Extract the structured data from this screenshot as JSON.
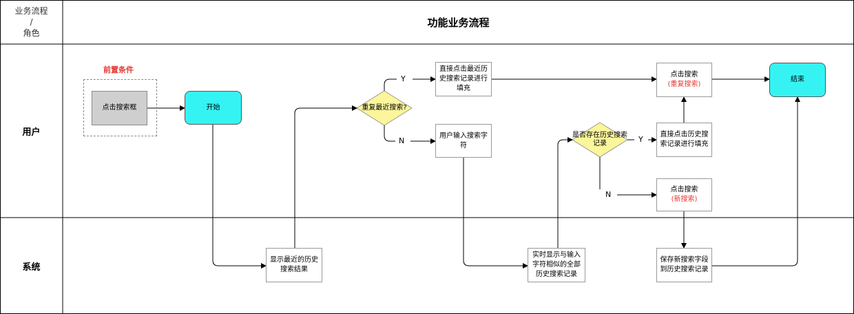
{
  "header": {
    "corner_line1": "业务流程",
    "corner_line2": "/",
    "corner_line3": "角色",
    "title": "功能业务流程"
  },
  "lanes": {
    "user": "用户",
    "system": "系统"
  },
  "precondition": {
    "label": "前置条件",
    "box": "点击搜索框"
  },
  "nodes": {
    "start": "开始",
    "show_recent": "显示最近的历史搜索结果",
    "direct_click_recent": "直接点击最近历史搜索记录进行填充",
    "user_input": "用户输入搜索字符",
    "realtime_show": "实时显示与输入字符相似的全部历史搜索记录",
    "click_search_repeat_line1": "点击搜索",
    "click_search_repeat_line2": "(重复搜索)",
    "direct_click_history": "直接点击历史搜索记录进行填充",
    "click_search_new_line1": "点击搜索",
    "click_search_new_line2": "(新搜索)",
    "save_new": "保存新搜索字段到历史搜索记录",
    "end": "结束"
  },
  "decisions": {
    "repeat_recent": "重复最近搜索?",
    "exists_history": "是否存在历史搜索记录"
  },
  "branch_labels": {
    "yes": "Y",
    "no": "N"
  },
  "colors": {
    "start_end_fill": "#36f3f3",
    "decision_fill": "#fbf59b",
    "precondition_text": "#e53935",
    "gray_box": "#cfcfcf"
  }
}
